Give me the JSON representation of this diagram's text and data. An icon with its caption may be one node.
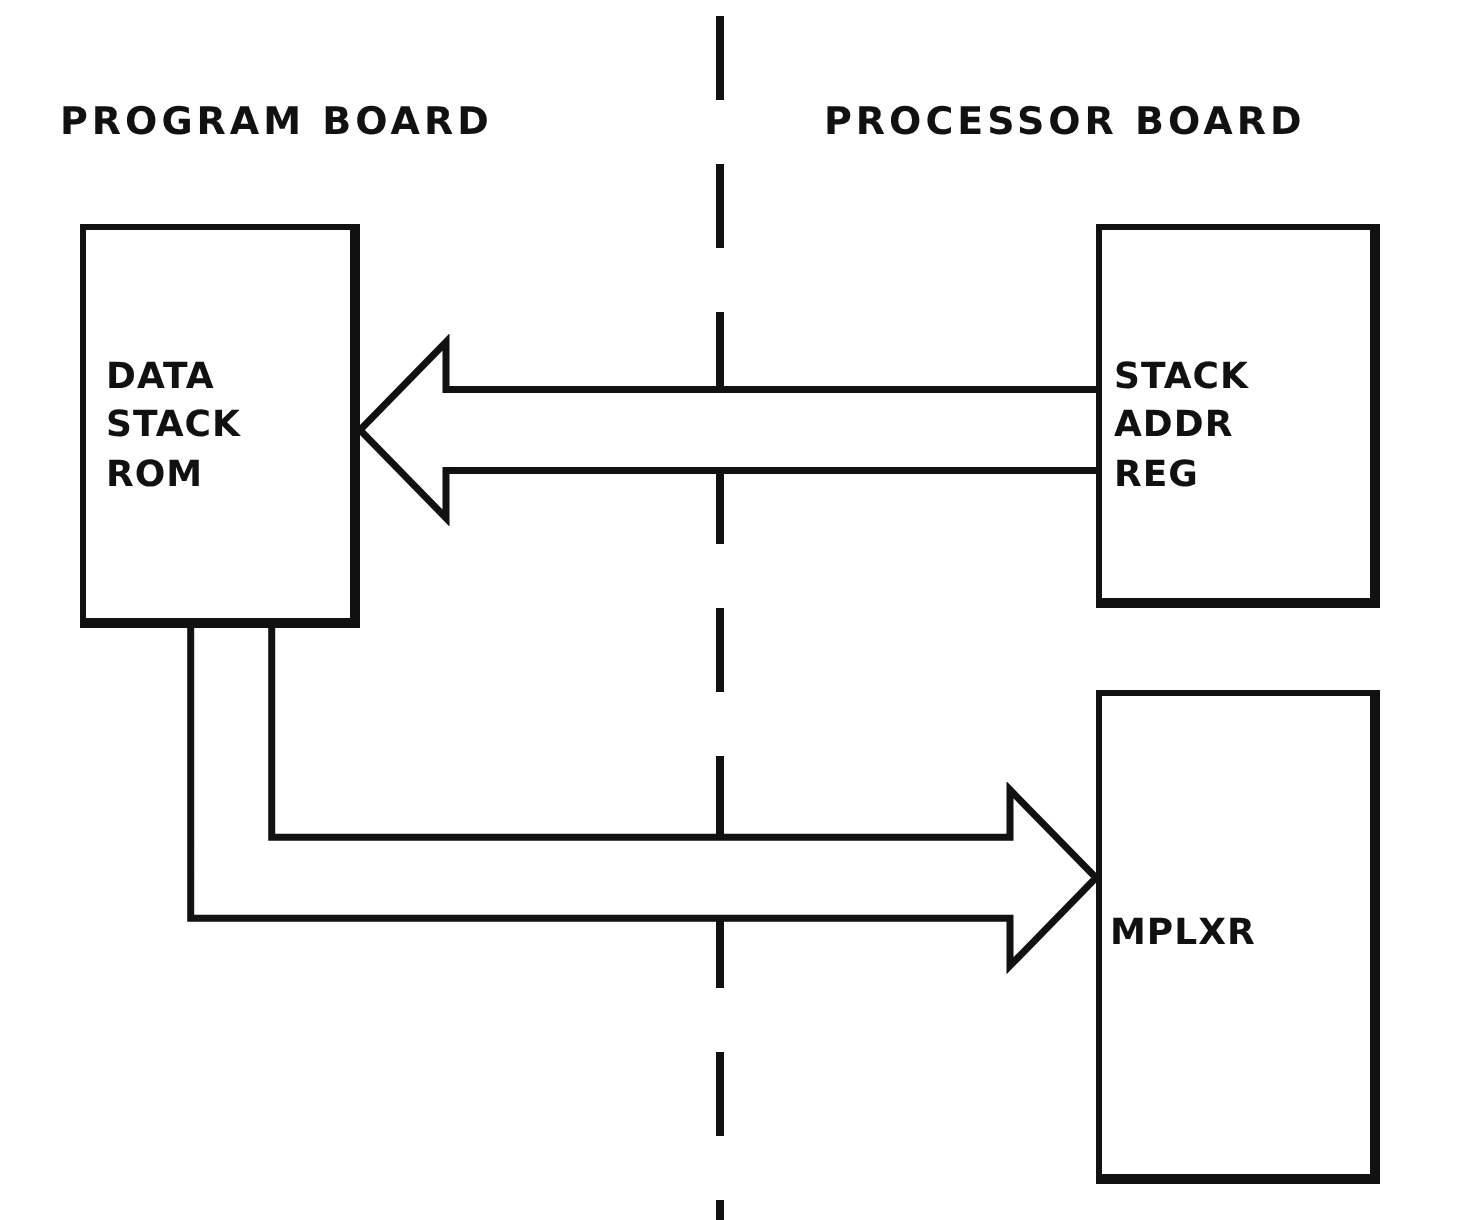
{
  "diagram": {
    "nodes": [
      {
        "text": [
          "DATA STACK ROM"
        ]
      },
      {
        "text": [
          "STACK ADDR REG"
        ]
      },
      {
        "text": [
          "MPLXR"
        ]
      }
    ],
    "edges": [
      {
        "from": 1,
        "to": 0,
        "arrow": "to"
      },
      {
        "from": 0,
        "to": 2,
        "arrow": "to"
      }
    ],
    "labels": [
      "PROGRAM BOARD",
      "PROCESSOR BOARD"
    ]
  }
}
